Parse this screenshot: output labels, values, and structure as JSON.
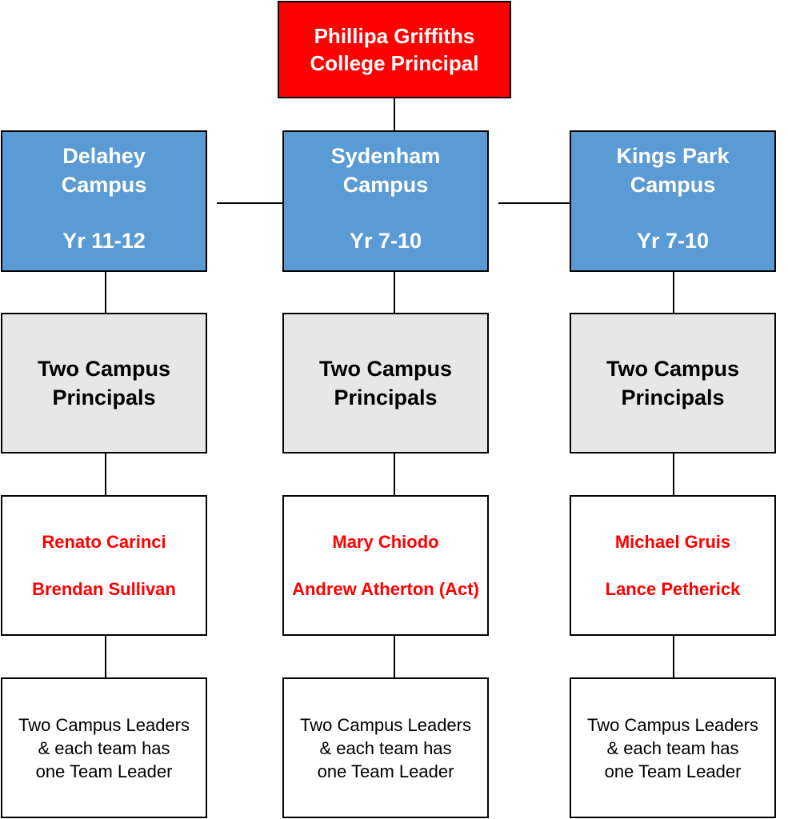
{
  "principal": {
    "name": "Phillipa Griffiths",
    "role": "College Principal"
  },
  "campuses": [
    {
      "name_line1": "Delahey",
      "name_line2": "Campus",
      "years": "Yr 11-12",
      "principals_line1": "Two Campus",
      "principals_line2": "Principals",
      "principal_names": [
        "Renato Carinci",
        "Brendan Sullivan"
      ],
      "leaders_lines": [
        "Two Campus Leaders",
        "& each team has",
        "one Team Leader"
      ]
    },
    {
      "name_line1": "Sydenham",
      "name_line2": "Campus",
      "years": "Yr 7-10",
      "principals_line1": "Two Campus",
      "principals_line2": "Principals",
      "principal_names": [
        "Mary Chiodo",
        "Andrew Atherton (Act)"
      ],
      "leaders_lines": [
        "Two Campus Leaders",
        "& each team has",
        "one Team Leader"
      ]
    },
    {
      "name_line1": "Kings Park",
      "name_line2": "Campus",
      "years": "Yr 7-10",
      "principals_line1": "Two Campus",
      "principals_line2": "Principals",
      "principal_names": [
        "Michael Gruis",
        "Lance Petherick"
      ],
      "leaders_lines": [
        "Two Campus Leaders",
        "& each team has",
        "one Team Leader"
      ]
    }
  ],
  "colors": {
    "principal_fill": "#ff0000",
    "campus_fill": "#5b9bd5",
    "principals_fill": "#e7e7e7",
    "name_text": "#ff0000",
    "border": "#000000"
  }
}
